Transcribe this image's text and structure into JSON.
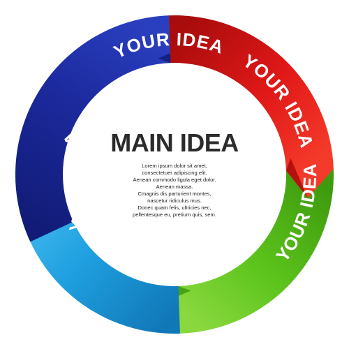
{
  "main_title": "MAIN IDEA",
  "body_lines": [
    "Lorem ipsum dolor sit amet,",
    "consectetuer adipiscing elit.",
    "Aenean commodo ligula eget dolor.",
    "Aenean massa.",
    "Cmagnis dis parturient montes,",
    "nascetur ridiculus mus.",
    "Donec quam felis, ultricies nec,",
    "pellentesque eu, pretium quis, sem."
  ],
  "segments": [
    {
      "label": "YOUR IDEA",
      "color": "#1c2a9e",
      "dark": "#121c78",
      "highlight": "#2a3fc0"
    },
    {
      "label": "YOUR IDEA",
      "color": "#e01818",
      "dark": "#a80c0c",
      "highlight": "#f43a2a"
    },
    {
      "label": "YOUR IDEA",
      "color": "#5cc41c",
      "dark": "#3e9a0e",
      "highlight": "#8ad83e"
    },
    {
      "label": "YOUR IDEA",
      "color": "#1fa0e0",
      "dark": "#1178b8",
      "highlight": "#49bdf0"
    }
  ]
}
